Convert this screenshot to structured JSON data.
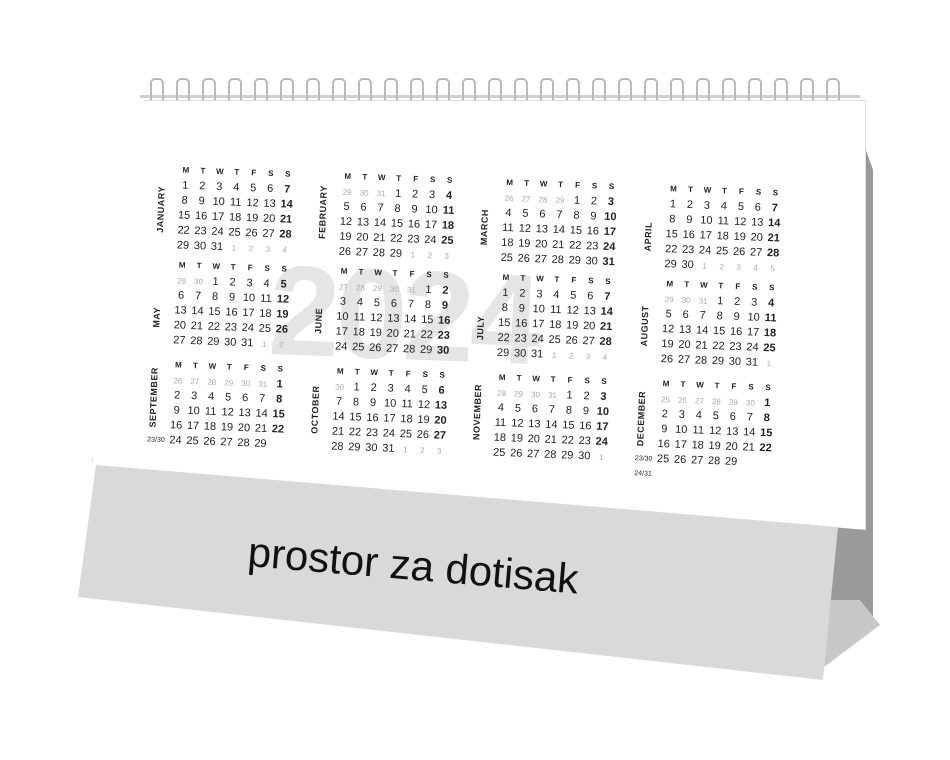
{
  "year": "2024",
  "base_text": "prostor za dotisak",
  "weekdays": [
    "M",
    "T",
    "W",
    "T",
    "F",
    "S",
    "S"
  ],
  "months": [
    {
      "name": "JANUARY",
      "rows": [
        [
          "",
          "1",
          "2",
          "3",
          "4",
          "5",
          "6",
          "7"
        ],
        [
          "",
          "8",
          "9",
          "10",
          "11",
          "12",
          "13",
          "14"
        ],
        [
          "",
          "15",
          "16",
          "17",
          "18",
          "19",
          "20",
          "21"
        ],
        [
          "",
          "22",
          "23",
          "24",
          "25",
          "26",
          "27",
          "28"
        ],
        [
          "",
          "29",
          "30",
          "31",
          "1",
          "2",
          "3",
          "4"
        ]
      ]
    },
    {
      "name": "FEBRUARY",
      "rows": [
        [
          "",
          "29",
          "30",
          "31",
          "1",
          "2",
          "3",
          "4"
        ],
        [
          "",
          "5",
          "6",
          "7",
          "8",
          "9",
          "10",
          "11"
        ],
        [
          "",
          "12",
          "13",
          "14",
          "15",
          "16",
          "17",
          "18"
        ],
        [
          "",
          "19",
          "20",
          "21",
          "22",
          "23",
          "24",
          "25"
        ],
        [
          "",
          "26",
          "27",
          "28",
          "29",
          "1",
          "2",
          "3"
        ]
      ]
    },
    {
      "name": "MARCH",
      "rows": [
        [
          "",
          "26",
          "27",
          "28",
          "29",
          "1",
          "2",
          "3"
        ],
        [
          "",
          "4",
          "5",
          "6",
          "7",
          "8",
          "9",
          "10"
        ],
        [
          "",
          "11",
          "12",
          "13",
          "14",
          "15",
          "16",
          "17"
        ],
        [
          "",
          "18",
          "19",
          "20",
          "21",
          "22",
          "23",
          "24"
        ],
        [
          "",
          "25",
          "26",
          "27",
          "28",
          "29",
          "30",
          "31"
        ]
      ]
    },
    {
      "name": "APRIL",
      "rows": [
        [
          "",
          "1",
          "2",
          "3",
          "4",
          "5",
          "6",
          "7"
        ],
        [
          "",
          "8",
          "9",
          "10",
          "11",
          "12",
          "13",
          "14"
        ],
        [
          "",
          "15",
          "16",
          "17",
          "18",
          "19",
          "20",
          "21"
        ],
        [
          "",
          "22",
          "23",
          "24",
          "25",
          "26",
          "27",
          "28"
        ],
        [
          "",
          "29",
          "30",
          "1",
          "2",
          "3",
          "4",
          "5"
        ]
      ]
    },
    {
      "name": "MAY",
      "rows": [
        [
          "",
          "29",
          "30",
          "1",
          "2",
          "3",
          "4",
          "5"
        ],
        [
          "",
          "6",
          "7",
          "8",
          "9",
          "10",
          "11",
          "12"
        ],
        [
          "",
          "13",
          "14",
          "15",
          "16",
          "17",
          "18",
          "19"
        ],
        [
          "",
          "20",
          "21",
          "22",
          "23",
          "24",
          "25",
          "26"
        ],
        [
          "",
          "27",
          "28",
          "29",
          "30",
          "31",
          "1",
          "2"
        ]
      ]
    },
    {
      "name": "JUNE",
      "rows": [
        [
          "",
          "27",
          "28",
          "29",
          "30",
          "31",
          "1",
          "2"
        ],
        [
          "",
          "3",
          "4",
          "5",
          "6",
          "7",
          "8",
          "9"
        ],
        [
          "",
          "10",
          "11",
          "12",
          "13",
          "14",
          "15",
          "16"
        ],
        [
          "",
          "17",
          "18",
          "19",
          "20",
          "21",
          "22",
          "23"
        ],
        [
          "",
          "24",
          "25",
          "26",
          "27",
          "28",
          "29",
          "30"
        ]
      ]
    },
    {
      "name": "JULY",
      "rows": [
        [
          "",
          "1",
          "2",
          "3",
          "4",
          "5",
          "6",
          "7"
        ],
        [
          "",
          "8",
          "9",
          "10",
          "11",
          "12",
          "13",
          "14"
        ],
        [
          "",
          "15",
          "16",
          "17",
          "18",
          "19",
          "20",
          "21"
        ],
        [
          "",
          "22",
          "23",
          "24",
          "25",
          "26",
          "27",
          "28"
        ],
        [
          "",
          "29",
          "30",
          "31",
          "1",
          "2",
          "3",
          "4"
        ]
      ]
    },
    {
      "name": "AUGUST",
      "rows": [
        [
          "",
          "29",
          "30",
          "31",
          "1",
          "2",
          "3",
          "4"
        ],
        [
          "",
          "5",
          "6",
          "7",
          "8",
          "9",
          "10",
          "11"
        ],
        [
          "",
          "12",
          "13",
          "14",
          "15",
          "16",
          "17",
          "18"
        ],
        [
          "",
          "19",
          "20",
          "21",
          "22",
          "23",
          "24",
          "25"
        ],
        [
          "",
          "26",
          "27",
          "28",
          "29",
          "30",
          "31",
          "1"
        ]
      ]
    },
    {
      "name": "SEPTEMBER",
      "rows": [
        [
          "",
          "26",
          "27",
          "28",
          "29",
          "30",
          "31",
          "1"
        ],
        [
          "",
          "2",
          "3",
          "4",
          "5",
          "6",
          "7",
          "8"
        ],
        [
          "",
          "9",
          "10",
          "11",
          "12",
          "13",
          "14",
          "15"
        ],
        [
          "",
          "16",
          "17",
          "18",
          "19",
          "20",
          "21",
          "22"
        ],
        [
          "23/30",
          "24",
          "25",
          "26",
          "27",
          "28",
          "29",
          ""
        ]
      ]
    },
    {
      "name": "OCTOBER",
      "rows": [
        [
          "",
          "30",
          "1",
          "2",
          "3",
          "4",
          "5",
          "6"
        ],
        [
          "",
          "7",
          "8",
          "9",
          "10",
          "11",
          "12",
          "13"
        ],
        [
          "",
          "14",
          "15",
          "16",
          "17",
          "18",
          "19",
          "20"
        ],
        [
          "",
          "21",
          "22",
          "23",
          "24",
          "25",
          "26",
          "27"
        ],
        [
          "",
          "28",
          "29",
          "30",
          "31",
          "1",
          "2",
          "3"
        ]
      ]
    },
    {
      "name": "NOVEMBER",
      "rows": [
        [
          "",
          "28",
          "29",
          "30",
          "31",
          "1",
          "2",
          "3"
        ],
        [
          "",
          "4",
          "5",
          "6",
          "7",
          "8",
          "9",
          "10"
        ],
        [
          "",
          "11",
          "12",
          "13",
          "14",
          "15",
          "16",
          "17"
        ],
        [
          "",
          "18",
          "19",
          "20",
          "21",
          "22",
          "23",
          "24"
        ],
        [
          "",
          "25",
          "26",
          "27",
          "28",
          "29",
          "30",
          "1"
        ]
      ]
    },
    {
      "name": "DECEMBER",
      "rows": [
        [
          "",
          "25",
          "26",
          "27",
          "28",
          "29",
          "30",
          "1"
        ],
        [
          "",
          "2",
          "3",
          "4",
          "5",
          "6",
          "7",
          "8"
        ],
        [
          "",
          "9",
          "10",
          "11",
          "12",
          "13",
          "14",
          "15"
        ],
        [
          "",
          "16",
          "17",
          "18",
          "19",
          "20",
          "21",
          "22"
        ],
        [
          "23/30 24/31",
          "25",
          "26",
          "27",
          "28",
          "29",
          "",
          ""
        ]
      ]
    }
  ]
}
